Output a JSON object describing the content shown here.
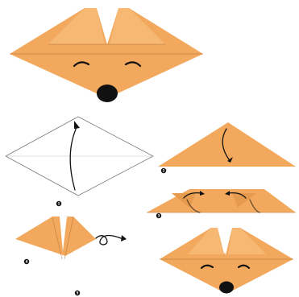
{
  "steps": [
    {
      "number": "1"
    },
    {
      "number": "2"
    },
    {
      "number": "3"
    },
    {
      "number": "4"
    },
    {
      "number": "5"
    }
  ],
  "colors": {
    "paper": "#f2a95e",
    "paper_shade": "#e59a4d",
    "ink": "#111111"
  }
}
